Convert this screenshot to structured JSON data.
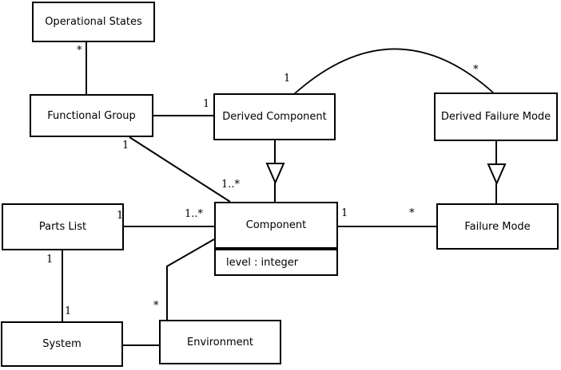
{
  "diagram": {
    "type": "uml-class-diagram",
    "colors": {
      "background": "#ffffff",
      "line": "#000000",
      "text": "#000000"
    },
    "classes": {
      "operational_states": {
        "name": "Operational States"
      },
      "functional_group": {
        "name": "Functional Group"
      },
      "derived_component": {
        "name": "Derived Component"
      },
      "derived_failure_mode": {
        "name": "Derived Failure Mode"
      },
      "parts_list": {
        "name": "Parts List"
      },
      "component": {
        "name": "Component",
        "attributes": [
          "level : integer"
        ]
      },
      "failure_mode": {
        "name": "Failure Mode"
      },
      "system": {
        "name": "System"
      },
      "environment": {
        "name": "Environment"
      }
    },
    "relations": [
      {
        "type": "association",
        "a": "Functional Group",
        "b": "Operational States",
        "mult_b": "*"
      },
      {
        "type": "association",
        "a": "Functional Group",
        "b": "Derived Component",
        "mult_b": "1"
      },
      {
        "type": "association",
        "a": "Functional Group",
        "b": "Component",
        "mult_a": "1",
        "mult_b": "1..*"
      },
      {
        "type": "generalization",
        "sub": "Derived Component",
        "super": "Component"
      },
      {
        "type": "generalization",
        "sub": "Derived Failure Mode",
        "super": "Failure Mode"
      },
      {
        "type": "association",
        "a": "Derived Component",
        "b": "Derived Failure Mode",
        "style": "arc",
        "mult_a": "1",
        "mult_b": "*"
      },
      {
        "type": "association",
        "a": "Component",
        "b": "Failure Mode",
        "mult_a": "1",
        "mult_b": "*"
      },
      {
        "type": "association",
        "a": "Parts List",
        "b": "Component",
        "mult_a": "1",
        "mult_b": "1..*"
      },
      {
        "type": "association",
        "a": "Parts List",
        "b": "System",
        "mult_a": "1",
        "mult_b": "1"
      },
      {
        "type": "association",
        "a": "System",
        "b": "Environment"
      },
      {
        "type": "association",
        "a": "Component",
        "b": "Environment",
        "mult_b": "*"
      }
    ]
  }
}
